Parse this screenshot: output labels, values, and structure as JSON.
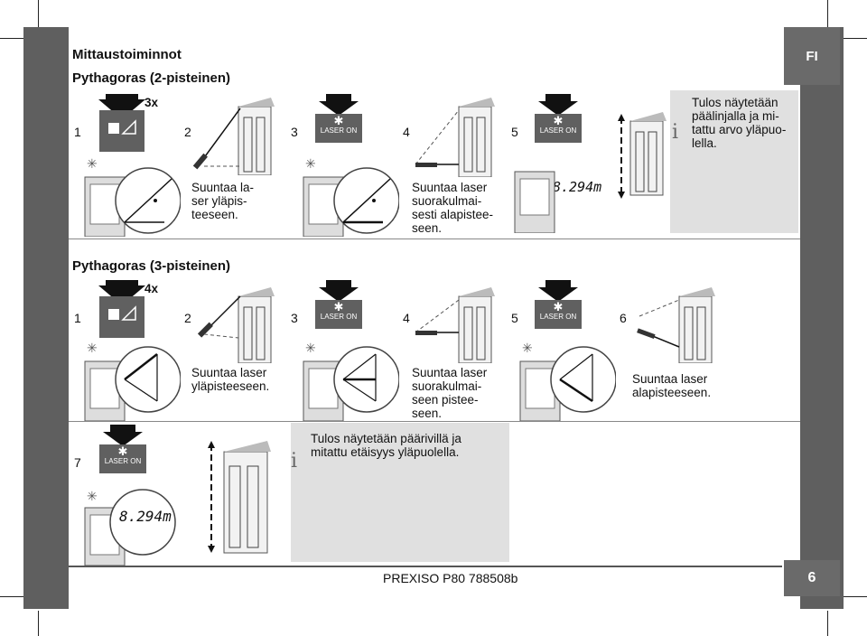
{
  "section_title": "Mittaustoiminnot",
  "lang": "FI",
  "page_number": "6",
  "footer": "PREXISO P80 788508b",
  "part1": {
    "title": "Pythagoras (2-pisteinen)",
    "press": "3x",
    "steps": [
      "1",
      "2",
      "3",
      "4",
      "5"
    ],
    "laser_label": "LASER ON",
    "text2": "Suuntaa la-\nser yläpis-\nteeseen.",
    "text4": "Suuntaa laser\nsuorakulmai-\nsesti alapistee-\nseen.",
    "display": "8.294m",
    "info": "Tulos näytetään\npäälinjalla ja mi-\ntattu arvo yläpuo-\nlella.",
    "info_icon": "i"
  },
  "part2": {
    "title": "Pythagoras (3-pisteinen)",
    "press": "4x",
    "steps": [
      "1",
      "2",
      "3",
      "4",
      "5",
      "6",
      "7"
    ],
    "laser_label": "LASER ON",
    "text2": "Suuntaa laser\nyläpisteeseen.",
    "text4": "Suuntaa laser\nsuorakulmai-\nseen pistee-\nseen.",
    "text6": "Suuntaa laser\nalapisteeseen.",
    "display": "8.294m",
    "info": "Tulos näytetään päärivillä ja\nmitattu etäisyys yläpuolella.",
    "info_icon": "i"
  }
}
